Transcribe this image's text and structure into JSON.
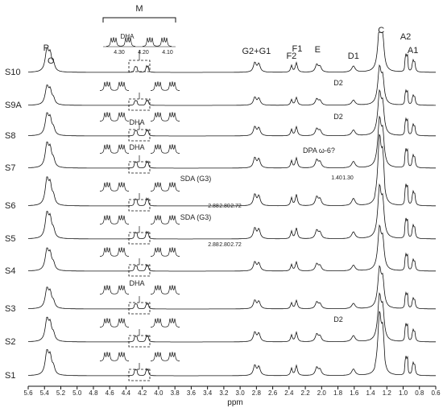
{
  "chart_data": {
    "type": "line",
    "title": "",
    "xlabel": "ppm",
    "ylabel": "",
    "xlim": [
      5.6,
      0.6
    ],
    "x_reversed": true,
    "xticks": [
      "5.6",
      "5.4",
      "5.2",
      "5.0",
      "4.8",
      "4.6",
      "4.4",
      "4.2",
      "4.0",
      "3.8",
      "3.6",
      "3.4",
      "3.2",
      "3.0",
      "2.8",
      "2.6",
      "2.4",
      "2.2",
      "2.0",
      "1.8",
      "1.6",
      "1.4",
      "1.2",
      "1.0",
      "0.8",
      "0.6"
    ],
    "spectra": [
      "S10",
      "S9A",
      "S8",
      "S7",
      "S6",
      "S5",
      "S4",
      "S3",
      "S2",
      "S1"
    ],
    "peak_labels": [
      {
        "label": "P",
        "ppm": 5.38
      },
      {
        "label": "O",
        "ppm": 5.32
      },
      {
        "label": "G2+G1",
        "ppm": 2.8
      },
      {
        "label": "F2",
        "ppm": 2.37
      },
      {
        "label": "F1",
        "ppm": 2.3
      },
      {
        "label": "E",
        "ppm": 2.05
      },
      {
        "label": "D1",
        "ppm": 1.61
      },
      {
        "label": "C",
        "ppm": 1.27
      },
      {
        "label": "A2",
        "ppm": 0.97
      },
      {
        "label": "A1",
        "ppm": 0.88
      }
    ],
    "top_inset": {
      "label": "M",
      "sublabel": "DHA",
      "ticks": [
        "4.30",
        "4.20",
        "4.10"
      ]
    },
    "annotations": [
      {
        "spectrum": "S9A",
        "text": "D2"
      },
      {
        "spectrum": "S8",
        "text": "D2"
      },
      {
        "spectrum": "S8",
        "text": "DHA"
      },
      {
        "spectrum": "S7",
        "text": "DHA"
      },
      {
        "spectrum": "S7",
        "text": "DPA ω-6?",
        "ticks": [
          "1.40",
          "1.30"
        ]
      },
      {
        "spectrum": "S6",
        "text": "SDA (G3)",
        "ticks": [
          "2.88",
          "2.80",
          "2.72"
        ]
      },
      {
        "spectrum": "S5",
        "text": "SDA (G3)",
        "ticks": [
          "2.88",
          "2.80",
          "2.72"
        ]
      },
      {
        "spectrum": "S3",
        "text": "DHA"
      },
      {
        "spectrum": "S2",
        "text": "D2"
      }
    ],
    "peaks": [
      {
        "ppm": 5.37,
        "w": 0.025,
        "h": 32
      },
      {
        "ppm": 5.33,
        "w": 0.02,
        "h": 22
      },
      {
        "ppm": 5.29,
        "w": 0.02,
        "h": 10
      },
      {
        "ppm": 4.29,
        "w": 0.008,
        "h": 9
      },
      {
        "ppm": 4.27,
        "w": 0.008,
        "h": 9
      },
      {
        "ppm": 4.15,
        "w": 0.008,
        "h": 9
      },
      {
        "ppm": 4.13,
        "w": 0.008,
        "h": 9
      },
      {
        "ppm": 2.82,
        "w": 0.02,
        "h": 14
      },
      {
        "ppm": 2.77,
        "w": 0.02,
        "h": 12
      },
      {
        "ppm": 2.37,
        "w": 0.012,
        "h": 10
      },
      {
        "ppm": 2.31,
        "w": 0.015,
        "h": 14
      },
      {
        "ppm": 2.06,
        "w": 0.02,
        "h": 11
      },
      {
        "ppm": 2.02,
        "w": 0.02,
        "h": 8
      },
      {
        "ppm": 1.61,
        "w": 0.025,
        "h": 9
      },
      {
        "ppm": 1.29,
        "w": 0.025,
        "h": 64
      },
      {
        "ppm": 1.25,
        "w": 0.02,
        "h": 40
      },
      {
        "ppm": 0.97,
        "w": 0.006,
        "h": 34
      },
      {
        "ppm": 0.95,
        "w": 0.006,
        "h": 34
      },
      {
        "ppm": 0.88,
        "w": 0.01,
        "h": 16
      },
      {
        "ppm": 0.86,
        "w": 0.01,
        "h": 14
      }
    ]
  }
}
